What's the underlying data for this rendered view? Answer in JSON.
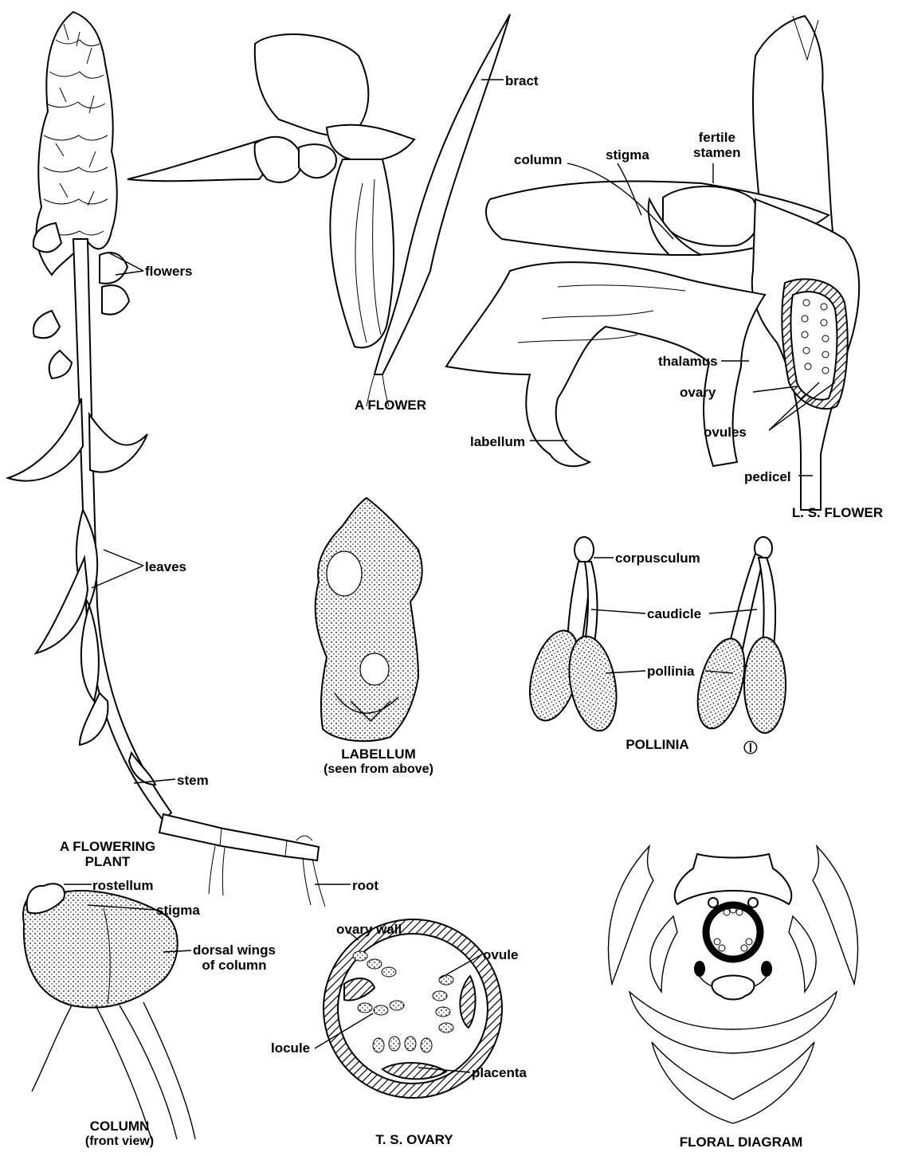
{
  "labels": {
    "flowers": "flowers",
    "leaves": "leaves",
    "stem": "stem",
    "root": "root",
    "bract": "bract",
    "column": "column",
    "stigma": "stigma",
    "fertile_stamen_1": "fertile",
    "fertile_stamen_2": "stamen",
    "thalamus": "thalamus",
    "ovary": "ovary",
    "ovules": "ovules",
    "labellum": "labellum",
    "pedicel": "pedicel",
    "corpusculum": "corpusculum",
    "caudicle": "caudicle",
    "pollinia": "pollinia",
    "rostellum": "rostellum",
    "column_stigma": "stigma",
    "dorsal_wings_1": "dorsal wings",
    "dorsal_wings_2": "of column",
    "ovary_wall": "ovary wall",
    "ovule": "ovule",
    "locule": "locule",
    "placenta": "placenta"
  },
  "captions": {
    "flowering_plant_1": "A FLOWERING",
    "flowering_plant_2": "PLANT",
    "a_flower": "A FLOWER",
    "ls_flower": "L. S. FLOWER",
    "labellum_1": "LABELLUM",
    "labellum_2": "(seen from above)",
    "pollinia": "POLLINIA",
    "column_1": "COLUMN",
    "column_2": "(front view)",
    "ts_ovary": "T. S. OVARY",
    "floral_diagram": "FLORAL DIAGRAM"
  },
  "symbols": {
    "zygomorphic": "⦶"
  }
}
